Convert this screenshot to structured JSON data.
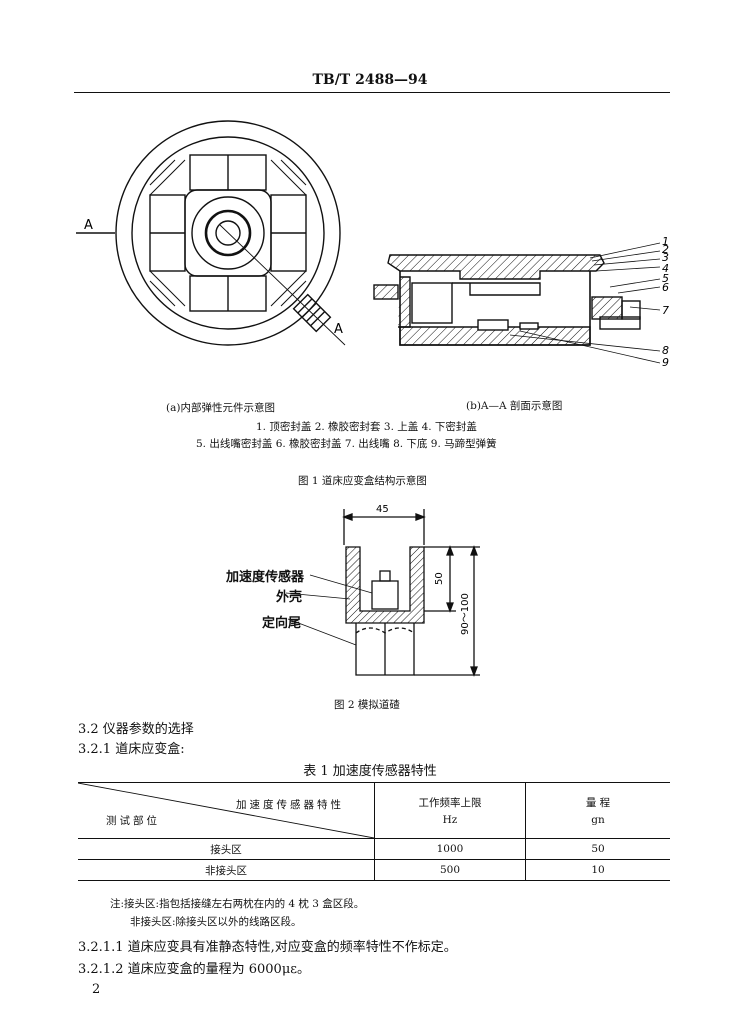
{
  "header": {
    "code": "TB/T 2488—94"
  },
  "figure1": {
    "label_A_left": "A",
    "label_A_right": "A",
    "callouts": [
      "1",
      "2",
      "3",
      "4",
      "5",
      "6",
      "7",
      "8",
      "9"
    ],
    "caption_a": "(a)内部弹性元件示意图",
    "caption_b": "(b)A—A 剖面示意图",
    "legend_line1": "1. 顶密封盖  2. 橡胶密封套  3. 上盖  4. 下密封盖",
    "legend_line2": "5. 出线嘴密封盖  6. 橡胶密封盖  7. 出线嘴  8. 下底  9. 马蹄型弹簧",
    "title": "图 1   道床应变盒结构示意图"
  },
  "figure2": {
    "dim_width": "45",
    "dim_inner": "50",
    "dim_total": "90～100",
    "label_sensor": "加速度传感器",
    "label_shell": "外壳",
    "label_tail": "定向尾",
    "title": "图 2   模拟道碴"
  },
  "sections": {
    "s32": "3.2   仪器参数的选择",
    "s321": "3.2.1   道床应变盒:",
    "s3211": "3.2.1.1   道床应变具有准静态特性,对应变盒的频率特性不作标定。",
    "s3212": "3.2.1.2   道床应变盒的量程为 6000με。"
  },
  "table1": {
    "title": "表 1   加速度传感器特性",
    "diag_top": "加速度传感器特性",
    "diag_bottom": "测试部位",
    "col2_line1": "工作频率上限",
    "col2_line2": "Hz",
    "col3_line1": "量  程",
    "col3_line2": "gn",
    "rows": [
      {
        "part": "接头区",
        "freq": "1000",
        "range": "50"
      },
      {
        "part": "非接头区",
        "freq": "500",
        "range": "10"
      }
    ]
  },
  "notes": {
    "line1": "注:接头区:指包括接缝左右两枕在内的 4 枕 3 盒区段。",
    "line2": "非接头区:除接头区以外的线路区段。"
  },
  "page_number": "2"
}
